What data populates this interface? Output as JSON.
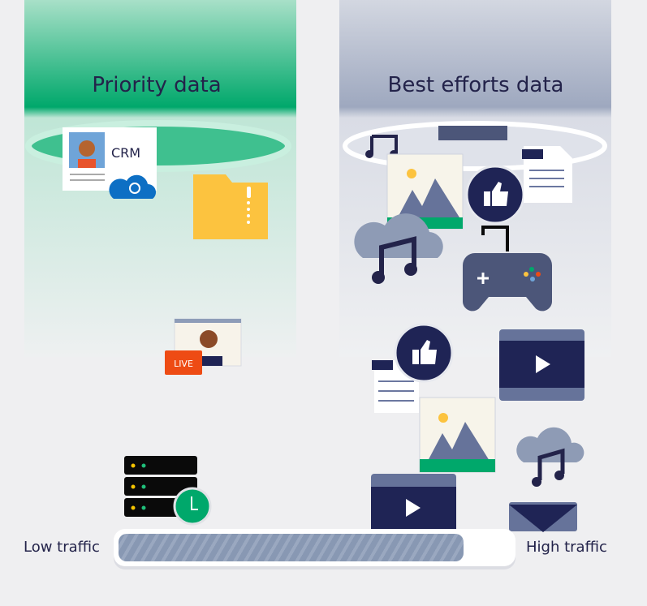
{
  "columns": {
    "priority": {
      "title": "Priority data",
      "color": "#00a86b"
    },
    "best_efforts": {
      "title": "Best efforts data",
      "color": "#a4adc2"
    }
  },
  "icons": {
    "crm_label": "CRM",
    "live_label": "LIVE"
  },
  "traffic": {
    "low_label": "Low traffic",
    "high_label": "High traffic",
    "level_fraction": 0.88
  }
}
